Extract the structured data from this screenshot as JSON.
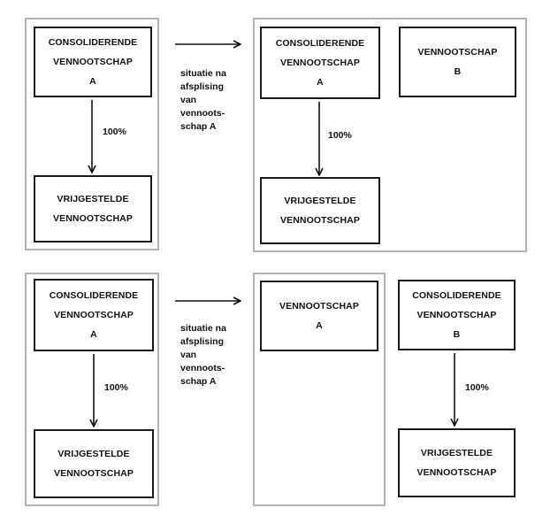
{
  "top_scenario": {
    "before": {
      "parent": [
        "CONSOLIDERENDE",
        "VENNOOTSCHAP",
        "A"
      ],
      "ownership": "100%",
      "subsidiary": [
        "VRIJGESTELDE",
        "VENNOOTSCHAP"
      ]
    },
    "transition_note": [
      "situatie na",
      "afsplising",
      "van",
      "vennoots-",
      "schap A"
    ],
    "after": {
      "parent": [
        "CONSOLIDERENDE",
        "VENNOOTSCHAP",
        "A"
      ],
      "new_company": [
        "VENNOOTSCHAP",
        "B"
      ],
      "ownership": "100%",
      "subsidiary": [
        "VRIJGESTELDE",
        "VENNOOTSCHAP"
      ]
    }
  },
  "bottom_scenario": {
    "before": {
      "parent": [
        "CONSOLIDERENDE",
        "VENNOOTSCHAP",
        "A"
      ],
      "ownership": "100%",
      "subsidiary": [
        "VRIJGESTELDE",
        "VENNOOTSCHAP"
      ]
    },
    "transition_note": [
      "situatie na",
      "afsplising",
      "van",
      "vennoots-",
      "schap A"
    ],
    "after": {
      "remaining_company": [
        "VENNOOTSCHAP",
        "A"
      ],
      "parent": [
        "CONSOLIDERENDE",
        "VENNOOTSCHAP",
        "B"
      ],
      "ownership": "100%",
      "subsidiary": [
        "VRIJGESTELDE",
        "VENNOOTSCHAP"
      ]
    }
  }
}
